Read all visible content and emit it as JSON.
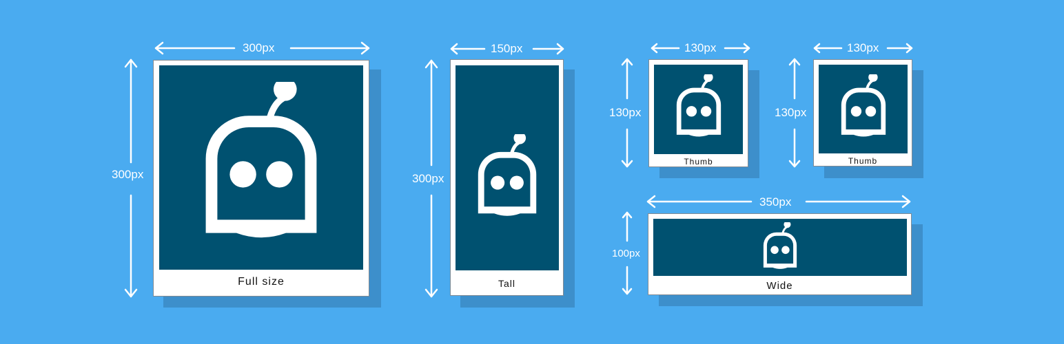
{
  "colors": {
    "background": "#4aabf0",
    "shadow": "#3d8fcb",
    "card": "#ffffff",
    "artwork": "#005170",
    "robot": "#ffffff"
  },
  "icon": "robot-icon",
  "full_size": {
    "caption": "Full size",
    "width_label": "300px",
    "height_label": "300px"
  },
  "tall": {
    "caption": "Tall",
    "width_label": "150px",
    "height_label": "300px"
  },
  "thumb_1": {
    "caption": "Thumb",
    "width_label": "130px",
    "height_label": "130px"
  },
  "thumb_2": {
    "caption": "Thumb",
    "width_label": "130px",
    "height_label": "130px"
  },
  "wide": {
    "caption": "Wide",
    "width_label": "350px",
    "height_label": "100px"
  }
}
